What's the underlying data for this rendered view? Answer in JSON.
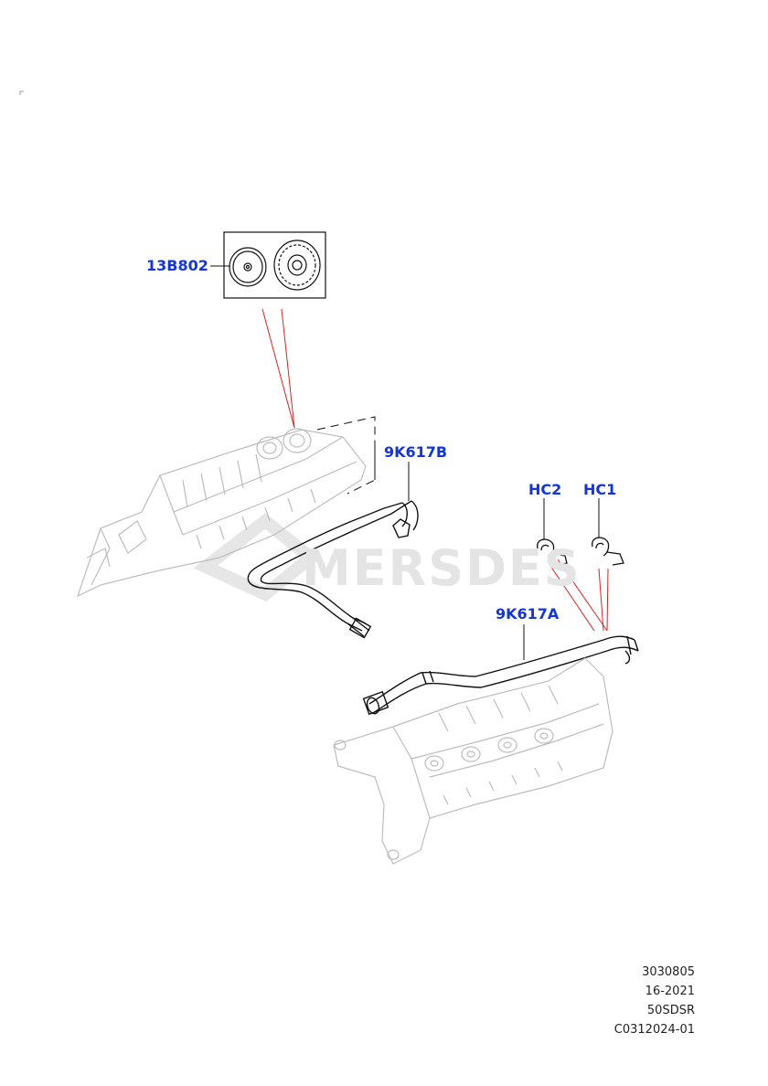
{
  "watermark": "MERSDES",
  "callouts": {
    "cap": "13B802",
    "hose_b": "9K617B",
    "clip_2": "HC2",
    "clip_1": "HC1",
    "hose_a": "9K617A"
  },
  "footer": {
    "line1": "3030805",
    "line2": "16-2021",
    "line3": "50SDSR",
    "line4": "C0312024-01"
  },
  "colors": {
    "callout": "#1436d8",
    "leader_red": "#e02020",
    "line_art": "#1a1a1a",
    "ghost_art": "#bdbdbd"
  }
}
